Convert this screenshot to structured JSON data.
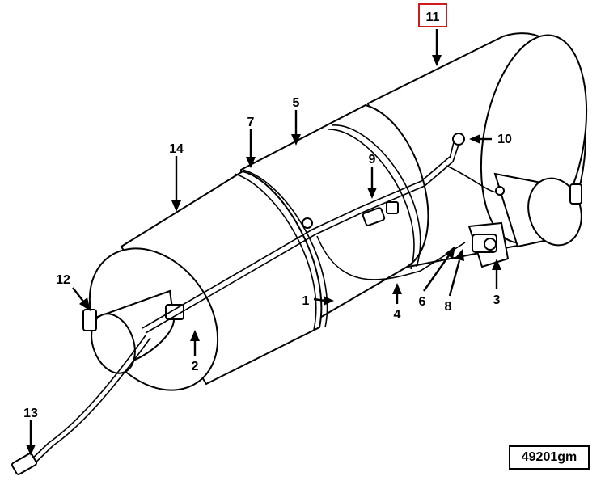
{
  "callouts": {
    "c1": "1",
    "c2": "2",
    "c3": "3",
    "c4": "4",
    "c5": "5",
    "c6": "6",
    "c7": "7",
    "c8": "8",
    "c9": "9",
    "c10": "10",
    "c11": "11",
    "c12": "12",
    "c13": "13",
    "c14": "14"
  },
  "drawing_id": "49201gm",
  "highlight_color": "#d01b1b"
}
